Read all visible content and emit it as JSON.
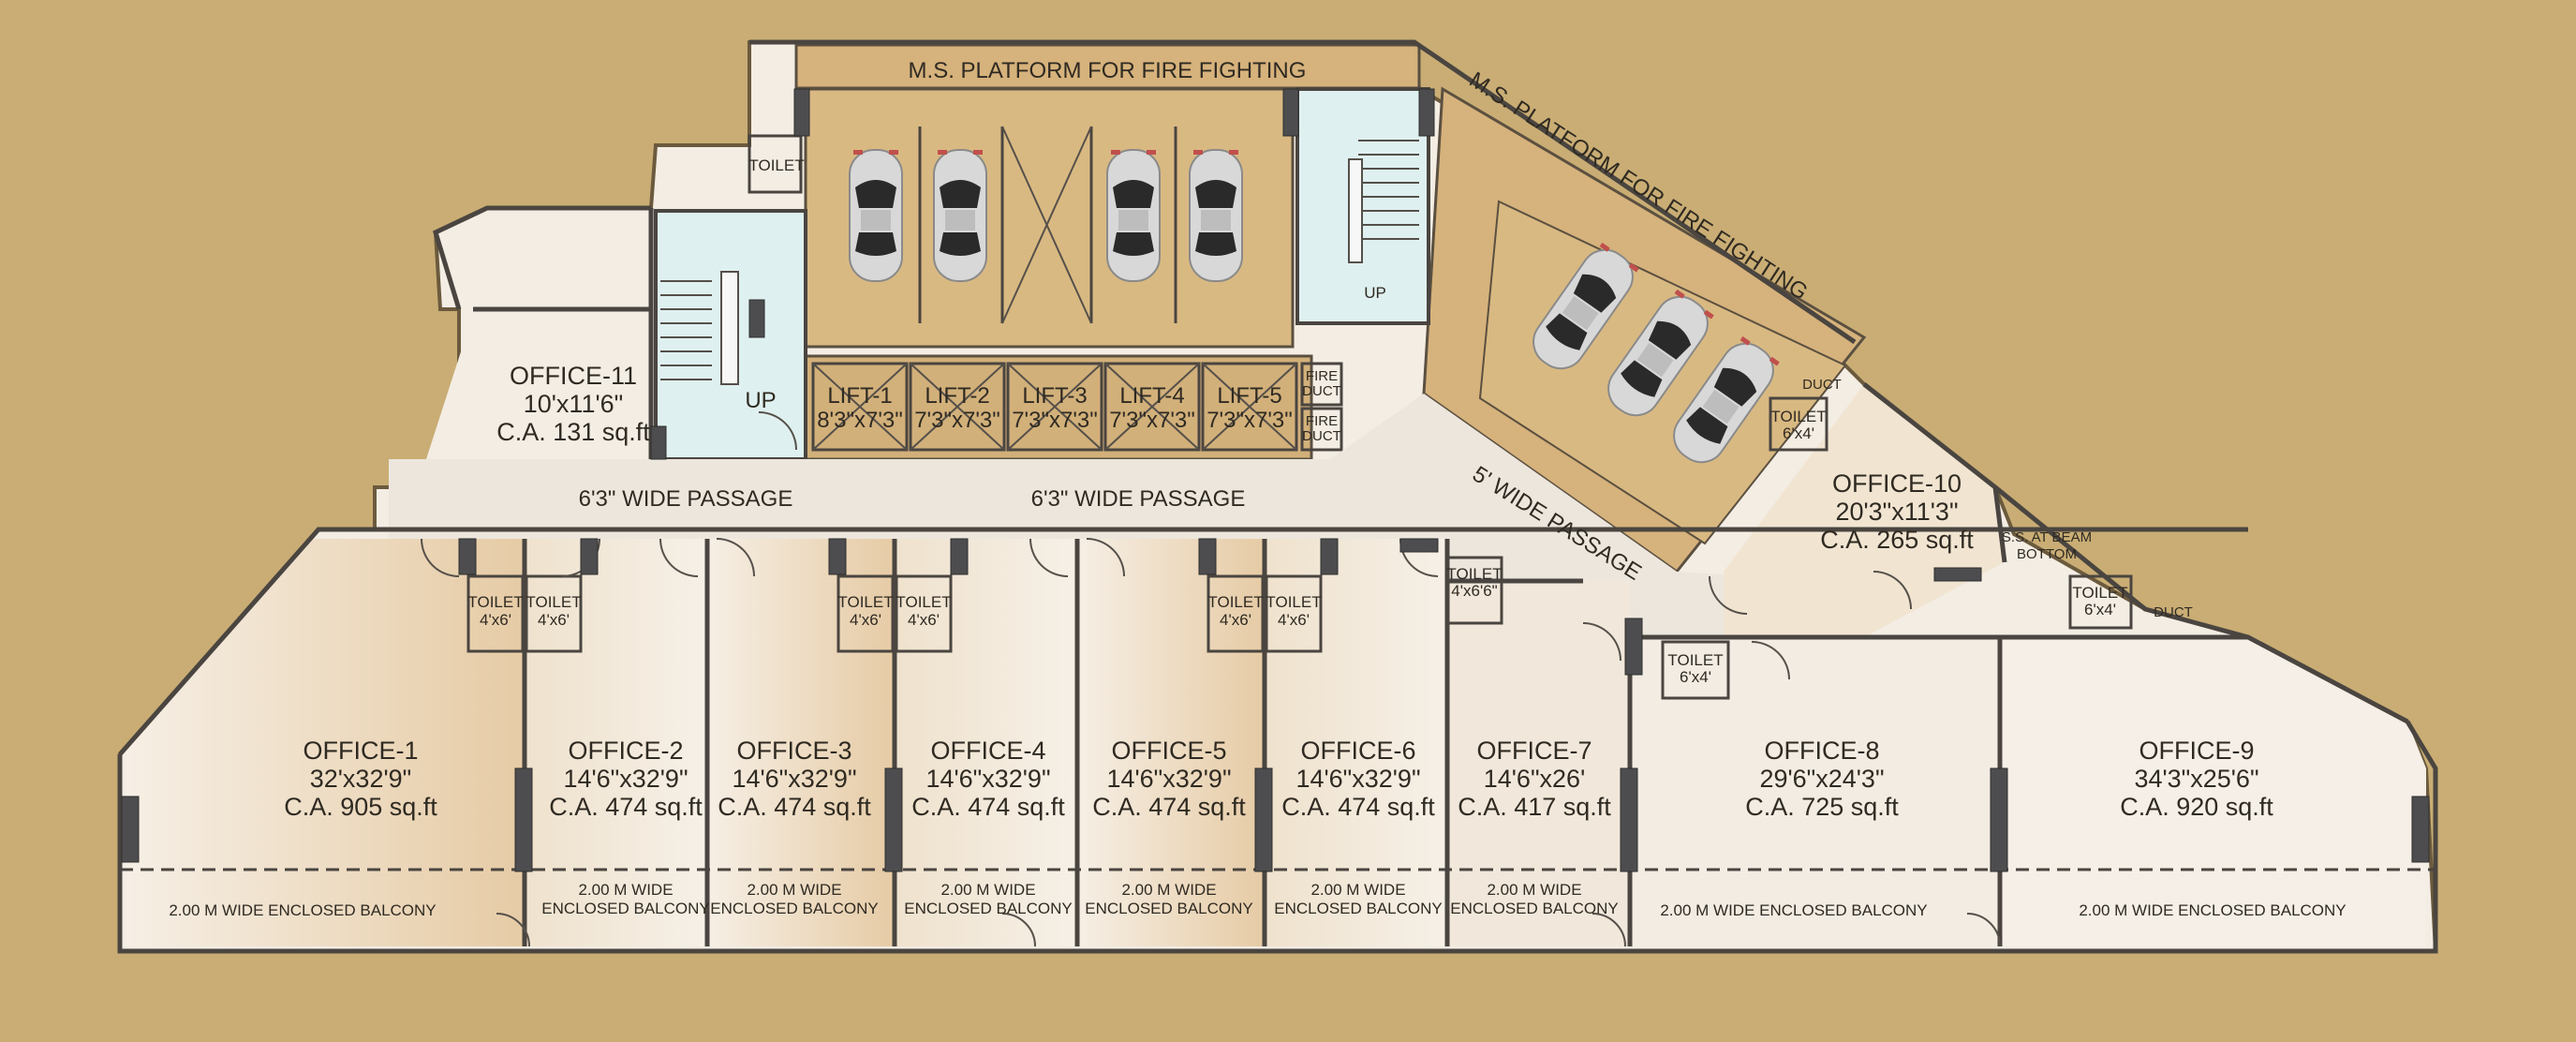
{
  "platforms": {
    "top": "M.S. PLATFORM FOR FIRE FIGHTING",
    "right": "M.S. PLATFORM FOR FIRE FIGHTING"
  },
  "passages": {
    "left": "6'3\" WIDE PASSAGE",
    "center": "6'3\" WIDE PASSAGE",
    "diagonal": "5' WIDE PASSAGE"
  },
  "offices": [
    {
      "name": "OFFICE-1",
      "size": "32'x32'9\"",
      "area": "C.A. 905 sq.ft"
    },
    {
      "name": "OFFICE-2",
      "size": "14'6\"x32'9\"",
      "area": "C.A. 474 sq.ft"
    },
    {
      "name": "OFFICE-3",
      "size": "14'6\"x32'9\"",
      "area": "C.A. 474 sq.ft"
    },
    {
      "name": "OFFICE-4",
      "size": "14'6\"x32'9\"",
      "area": "C.A. 474 sq.ft"
    },
    {
      "name": "OFFICE-5",
      "size": "14'6\"x32'9\"",
      "area": "C.A. 474 sq.ft"
    },
    {
      "name": "OFFICE-6",
      "size": "14'6\"x32'9\"",
      "area": "C.A. 474 sq.ft"
    },
    {
      "name": "OFFICE-7",
      "size": "14'6\"x26'",
      "area": "C.A. 417 sq.ft"
    },
    {
      "name": "OFFICE-8",
      "size": "29'6\"x24'3\"",
      "area": "C.A. 725 sq.ft"
    },
    {
      "name": "OFFICE-9",
      "size": "34'3\"x25'6\"",
      "area": "C.A. 920 sq.ft"
    },
    {
      "name": "OFFICE-10",
      "size": "20'3\"x11'3\"",
      "area": "C.A. 265 sq.ft"
    },
    {
      "name": "OFFICE-11",
      "size": "10'x11'6\"",
      "area": "C.A. 131 sq.ft"
    }
  ],
  "lifts": [
    {
      "name": "LIFT-1",
      "size": "8'3\"x7'3\""
    },
    {
      "name": "LIFT-2",
      "size": "7'3\"x7'3\""
    },
    {
      "name": "LIFT-3",
      "size": "7'3\"x7'3\""
    },
    {
      "name": "LIFT-4",
      "size": "7'3\"x7'3\""
    },
    {
      "name": "LIFT-5",
      "size": "7'3\"x7'3\""
    }
  ],
  "fire_duct": {
    "line1": "FIRE",
    "line2": "DUCT"
  },
  "duct": "DUCT",
  "toilet": "TOILET",
  "toilet_4x6": "4'x6'",
  "toilet_6x4": "6'x4'",
  "toilet_4x6_6": "4'x6'6\"",
  "toilet_6x4_alt": "6'x4'",
  "stair_up": "UP",
  "ss_beam": {
    "line1": "S.S. AT BEAM",
    "line2": "BOTTOM"
  },
  "balcony": {
    "single": "2.00 M WIDE ENCLOSED BALCONY",
    "line1": "2.00 M WIDE",
    "line2": "ENCLOSED BALCONY"
  },
  "colors": {
    "background": "#c9ad74",
    "floor": "#f3ede4",
    "office_warm": "#e9d2b2",
    "parking": "#d9b982",
    "stair": "#dff0f0",
    "wall": "#4a4540"
  }
}
